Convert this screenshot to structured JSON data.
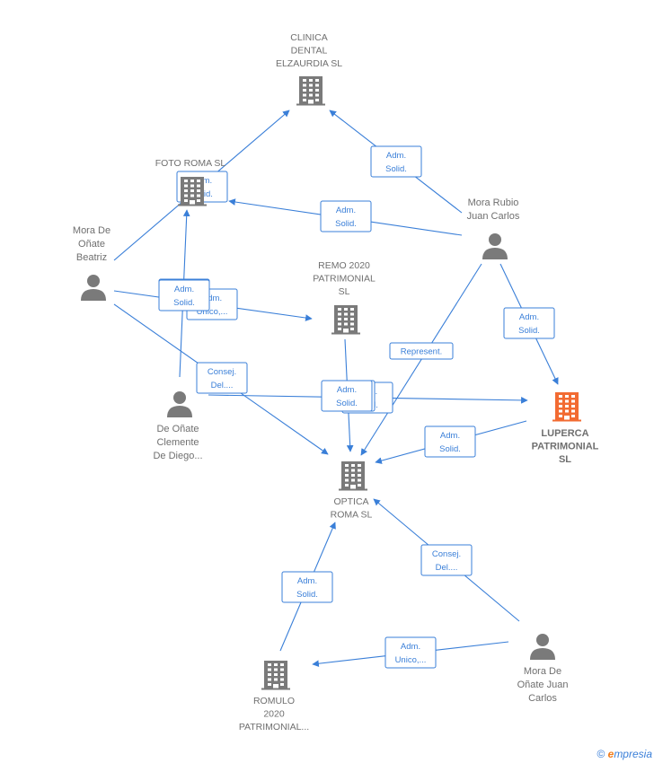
{
  "colors": {
    "edge": "#3a7fd8",
    "node": "#7a7a7a",
    "focus": "#f26b32"
  },
  "nodes": [
    {
      "id": "clinica",
      "type": "company",
      "lines": [
        "CLINICA",
        "DENTAL",
        "ELZAURDIA  SL"
      ]
    },
    {
      "id": "fotoroma",
      "type": "company",
      "lines": [
        "FOTO ROMA SL"
      ]
    },
    {
      "id": "remo",
      "type": "company",
      "lines": [
        "REMO 2020",
        "PATRIMONIAL",
        "SL"
      ]
    },
    {
      "id": "optica",
      "type": "company",
      "lines": [
        "OPTICA",
        "ROMA SL"
      ]
    },
    {
      "id": "luperca",
      "type": "focus",
      "lines": [
        "LUPERCA",
        "PATRIMONIAL",
        "SL"
      ]
    },
    {
      "id": "romulo",
      "type": "company",
      "lines": [
        "ROMULO",
        "2020",
        "PATRIMONIAL..."
      ]
    },
    {
      "id": "beatriz",
      "type": "person",
      "lines": [
        "Mora De",
        "Oñate",
        "Beatriz"
      ]
    },
    {
      "id": "juancarlosrubio",
      "type": "person",
      "lines": [
        "Mora Rubio",
        "Juan Carlos"
      ]
    },
    {
      "id": "clemente",
      "type": "person",
      "lines": [
        "De Oñate",
        "Clemente",
        "De Diego..."
      ]
    },
    {
      "id": "juancarlosonate",
      "type": "person",
      "lines": [
        "Mora De",
        "Oñate Juan",
        "Carlos"
      ]
    }
  ],
  "relations": [
    {
      "from": "beatriz",
      "to": "clinica",
      "lines": [
        "Adm.",
        "Solid."
      ]
    },
    {
      "from": "juancarlosrubio",
      "to": "clinica",
      "lines": [
        "Adm.",
        "Solid."
      ]
    },
    {
      "from": "juancarlosrubio",
      "to": "fotoroma",
      "lines": [
        "Adm.",
        "Solid."
      ]
    },
    {
      "from": "clemente",
      "to": "fotoroma",
      "lines": [
        "Adm.",
        "Solid."
      ]
    },
    {
      "from": "beatriz",
      "to": "remo",
      "lines": [
        "Adm.",
        "Unico,..."
      ]
    },
    {
      "from": "beatriz",
      "to": "optica",
      "lines": [
        "Consej.",
        "Del...."
      ]
    },
    {
      "from": "juancarlosrubio",
      "to": "luperca",
      "lines": [
        "Adm.",
        "Solid."
      ]
    },
    {
      "from": "juancarlosrubio",
      "to": "optica",
      "lines": [
        "Represent."
      ]
    },
    {
      "from": "clemente",
      "to": "luperca",
      "lines": [
        "Adm.",
        "Solid."
      ]
    },
    {
      "from": "remo",
      "to": "optica",
      "lines": [
        "Adm.",
        "Solid."
      ]
    },
    {
      "from": "luperca",
      "to": "optica",
      "lines": [
        "Adm.",
        "Solid."
      ]
    },
    {
      "from": "romulo",
      "to": "optica",
      "lines": [
        "Adm.",
        "Solid."
      ]
    },
    {
      "from": "juancarlosonate",
      "to": "optica",
      "lines": [
        "Consej.",
        "Del...."
      ]
    },
    {
      "from": "juancarlosonate",
      "to": "romulo",
      "lines": [
        "Adm.",
        "Unico,..."
      ]
    }
  ],
  "overlap_boxes": [
    {
      "lines": [
        "Adm.",
        "Solid."
      ]
    },
    {
      "lines": [
        "Adm.",
        "Solid."
      ]
    }
  ],
  "footer": {
    "copyright": "©",
    "brand_e": "e",
    "brand_rest": "mpresia"
  }
}
